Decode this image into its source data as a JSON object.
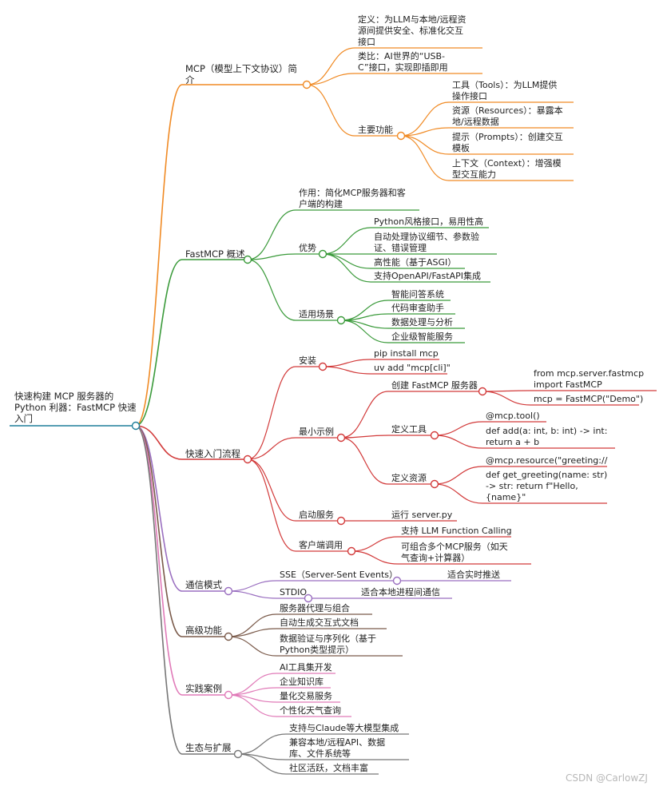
{
  "root": {
    "label": [
      "快速构建 MCP 服务器的",
      "Python 利器：FastMCP 快速",
      "入门"
    ]
  },
  "colors": {
    "root": "#1f7f9a",
    "mcp": "#f08a24",
    "fastmcp": "#3a9a3a",
    "quick": "#d23a3a",
    "comm": "#9a6fc0",
    "adv": "#7a5a4a",
    "case": "#e07ab8",
    "eco": "#777777"
  },
  "branches": {
    "mcp": {
      "label": [
        "MCP（模型上下文协议）简",
        "介"
      ],
      "def": [
        "定义：为LLM与本地/远程资",
        "源间提供安全、标准化交互",
        "接口"
      ],
      "analogy": [
        "类比：AI世界的“USB-",
        "C”接口，实现即插即用"
      ],
      "features": {
        "label": "主要功能",
        "tools": [
          "工具（Tools）：为LLM提供",
          "操作接口"
        ],
        "resources": [
          "资源（Resources）：暴露本",
          "地/远程数据"
        ],
        "prompts": [
          "提示（Prompts）：创建交互",
          "模板"
        ],
        "context": [
          "上下文（Context）：增强模",
          "型交互能力"
        ]
      }
    },
    "fastmcp": {
      "label": "FastMCP 概述",
      "role": [
        "作用：简化MCP服务器和客",
        "户端的构建"
      ],
      "adv": {
        "label": "优势",
        "a1": "Python风格接口，易用性高",
        "a2": [
          "自动处理协议细节、参数验",
          "证、错误管理"
        ],
        "a3": "高性能（基于ASGI）",
        "a4": "支持OpenAPI/FastAPI集成"
      },
      "scene": {
        "label": "适用场景",
        "s1": "智能问答系统",
        "s2": "代码审查助手",
        "s3": "数据处理与分析",
        "s4": "企业级智能服务"
      }
    },
    "quick": {
      "label": "快速入门流程",
      "install": {
        "label": "安装",
        "i1": "pip install mcp",
        "i2": "uv add \"mcp[cli]\""
      },
      "minimal": {
        "label": "最小示例",
        "create": {
          "label": "创建 FastMCP 服务器",
          "c1": [
            "from mcp.server.fastmcp",
            "import FastMCP"
          ],
          "c2": "mcp = FastMCP(\"Demo\")"
        },
        "tool": {
          "label": "定义工具",
          "t1": "@mcp.tool()",
          "t2": [
            "def add(a: int, b: int) -> int:",
            "return a + b"
          ]
        },
        "resource": {
          "label": "定义资源",
          "r1": "@mcp.resource(\"greeting://",
          "r2": [
            "def get_greeting(name: str)",
            "-> str: return f\"Hello,",
            "{name}\""
          ]
        }
      },
      "start": {
        "label": "启动服务",
        "s1": "运行 server.py"
      },
      "client": {
        "label": "客户端调用",
        "c1": "支持 LLM Function Calling",
        "c2": [
          "可组合多个MCP服务（如天",
          "气查询+计算器）"
        ]
      }
    },
    "comm": {
      "label": "通信模式",
      "sse": "SSE（Server-Sent Events）",
      "sse_note": "适合实时推送",
      "stdio": "STDIO",
      "stdio_note": "适合本地进程间通信"
    },
    "adv": {
      "label": "高级功能",
      "a1": "服务器代理与组合",
      "a2": "自动生成交互式文档",
      "a3": [
        "数据验证与序列化（基于",
        "Python类型提示）"
      ]
    },
    "case": {
      "label": "实践案例",
      "c1": "AI工具集开发",
      "c2": "企业知识库",
      "c3": "量化交易服务",
      "c4": "个性化天气查询"
    },
    "eco": {
      "label": "生态与扩展",
      "e1": "支持与Claude等大模型集成",
      "e2": [
        "兼容本地/远程API、数据",
        "库、文件系统等"
      ],
      "e3": "社区活跃，文档丰富"
    }
  },
  "watermark": "CSDN @CarlowZJ"
}
